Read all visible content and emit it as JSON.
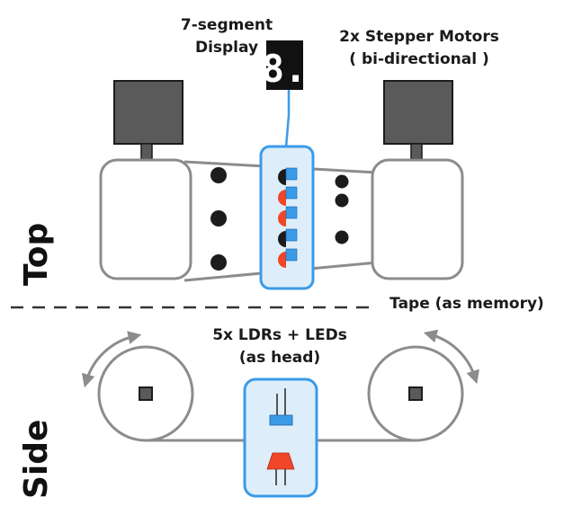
{
  "labels": {
    "display": [
      "7-segment",
      "Display"
    ],
    "motors": [
      "2x Stepper Motors",
      "( bi-directional )"
    ],
    "tape": "Tape (as memory)",
    "head": [
      "5x LDRs + LEDs",
      "(as head)"
    ],
    "top": "Top",
    "side": "Side"
  },
  "display_glyph": "8.",
  "colors": {
    "outline": "#8c8c8c",
    "motor": "#5a5a5a",
    "hole": "#1c1c1c",
    "led_red": "#f0462a",
    "ldr_blue": "#3a9be8",
    "head_border": "#3a9be8",
    "head_fill": "#ddeefa",
    "display_bg": "#111111"
  },
  "icons": {
    "rotation": "curved-double-arrow-icon",
    "display": "seven-segment-display-icon"
  }
}
